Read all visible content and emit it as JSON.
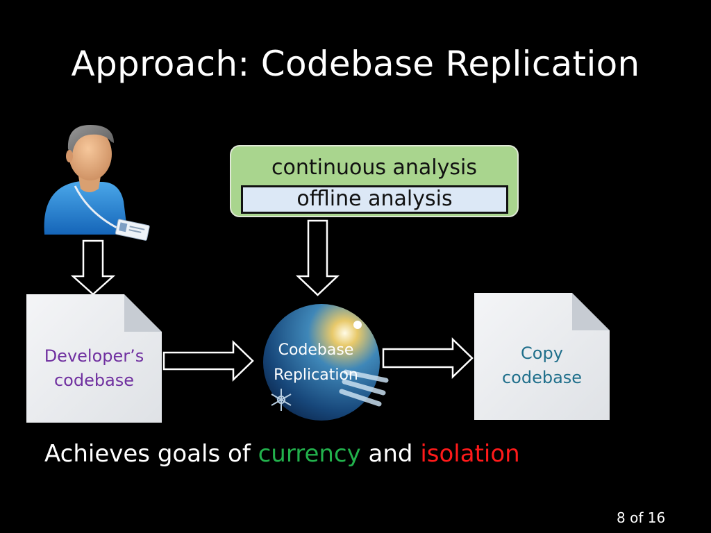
{
  "slide": {
    "title": "Approach: Codebase Replication",
    "analysis": {
      "continuous": "continuous analysis",
      "offline": "offline analysis"
    },
    "developer_doc": {
      "line1": "Developer’s",
      "line2": "codebase"
    },
    "replication": {
      "line1": "Codebase",
      "line2": "Replication"
    },
    "copy_doc": {
      "line1": "Copy",
      "line2": "codebase"
    },
    "tagline": {
      "prefix": "Achieves goals of ",
      "word1": "currency",
      "middle": " and ",
      "word2": "isolation"
    },
    "page": {
      "current": "8",
      "of": " of ",
      "total": "16"
    }
  },
  "colors": {
    "background": "#000000",
    "currency": "#22b14c",
    "isolation": "#ff1a1a",
    "developer_text": "#7030a0",
    "copy_text": "#1f6f8b",
    "analysis_green": "#a9d58e",
    "analysis_blue": "#dce8f6"
  },
  "icons": {
    "developer": "developer-avatar-icon",
    "globe": "globe-icon",
    "snowflake": "snowflake-icon"
  }
}
